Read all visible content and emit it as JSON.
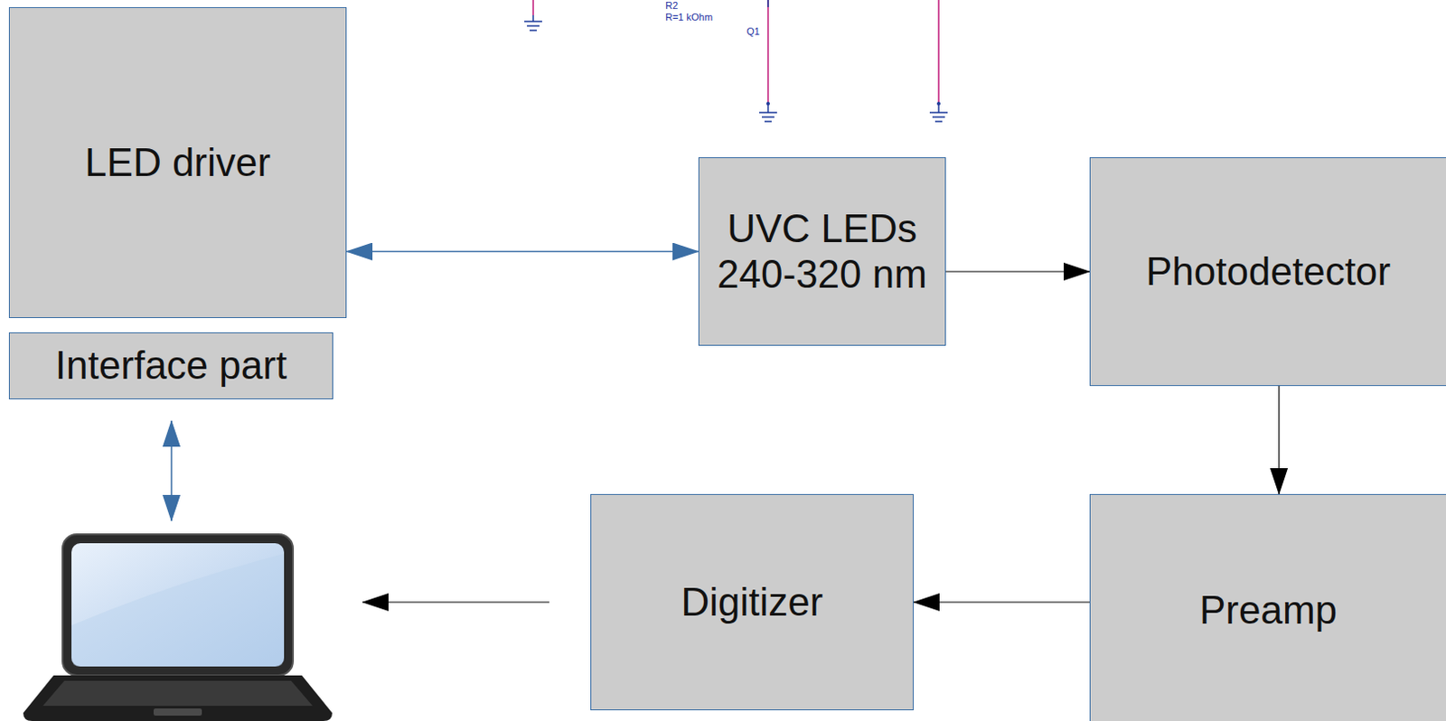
{
  "diagram": {
    "nodes": [
      {
        "text": [
          "LED driver"
        ]
      },
      {
        "text": [
          "Interface part"
        ]
      },
      {
        "text": [
          "UVC LEDs 240-320 nm"
        ]
      },
      {
        "text": [
          "Photodetector"
        ]
      },
      {
        "text": [
          "Preamp"
        ]
      },
      {
        "text": [
          "Digitizer"
        ]
      }
    ],
    "edges": [
      {
        "from": 0,
        "to": 2,
        "arrow": "both"
      },
      {
        "from": 2,
        "to": 3,
        "arrow": "to"
      },
      {
        "from": 3,
        "to": 4,
        "arrow": "to"
      },
      {
        "from": 4,
        "to": 5,
        "arrow": "to"
      }
    ],
    "labels": [
      "R2",
      "R=1 kOhm",
      "Q1"
    ]
  }
}
